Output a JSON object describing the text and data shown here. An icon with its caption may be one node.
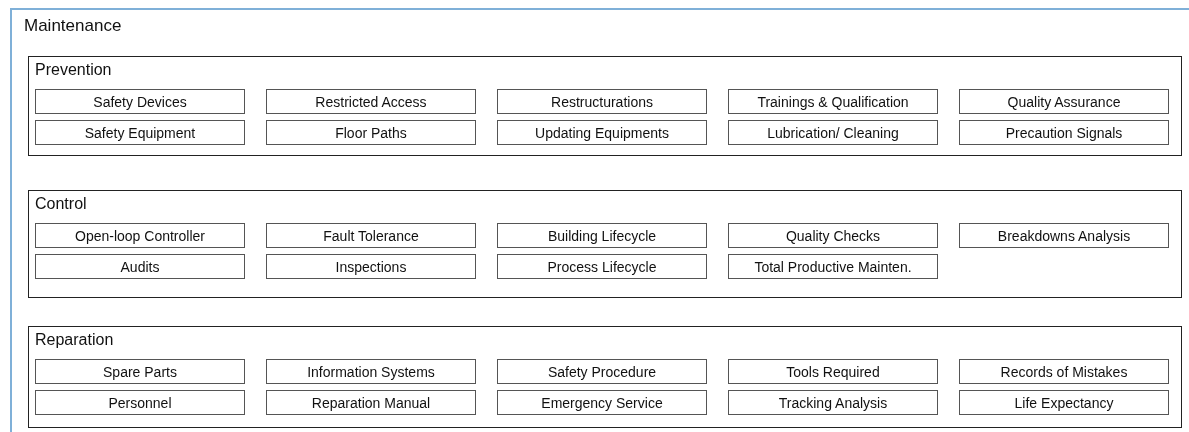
{
  "diagram": {
    "nodes": [
      {
        "text": [
          "Maintenance"
        ]
      },
      {
        "text": [
          "Prevention"
        ],
        "in": 0
      },
      {
        "text": [
          "Safety Devices"
        ],
        "in": 1
      },
      {
        "text": [
          "Restricted Access"
        ],
        "in": 1
      },
      {
        "text": [
          "Restructurations"
        ],
        "in": 1
      },
      {
        "text": [
          "Trainings & Qualification"
        ],
        "in": 1
      },
      {
        "text": [
          "Quality Assurance"
        ],
        "in": 1
      },
      {
        "text": [
          "Safety Equipment"
        ],
        "in": 1
      },
      {
        "text": [
          "Floor Paths"
        ],
        "in": 1
      },
      {
        "text": [
          "Updating Equipments"
        ],
        "in": 1
      },
      {
        "text": [
          "Lubrication/ Cleaning"
        ],
        "in": 1
      },
      {
        "text": [
          "Precaution Signals"
        ],
        "in": 1
      },
      {
        "text": [
          "Control"
        ],
        "in": 0
      },
      {
        "text": [
          "Open-loop Controller"
        ],
        "in": 12
      },
      {
        "text": [
          "Fault Tolerance"
        ],
        "in": 12
      },
      {
        "text": [
          "Building Lifecycle"
        ],
        "in": 12
      },
      {
        "text": [
          "Quality Checks"
        ],
        "in": 12
      },
      {
        "text": [
          "Breakdowns Analysis"
        ],
        "in": 12
      },
      {
        "text": [
          "Audits"
        ],
        "in": 12
      },
      {
        "text": [
          "Inspections"
        ],
        "in": 12
      },
      {
        "text": [
          "Process Lifecycle"
        ],
        "in": 12
      },
      {
        "text": [
          "Total Productive Mainten."
        ],
        "in": 12
      },
      {
        "text": [
          "Reparation"
        ],
        "in": 0
      },
      {
        "text": [
          "Spare Parts"
        ],
        "in": 22
      },
      {
        "text": [
          "Information Systems"
        ],
        "in": 22
      },
      {
        "text": [
          "Safety Procedure"
        ],
        "in": 22
      },
      {
        "text": [
          "Tools Required"
        ],
        "in": 22
      },
      {
        "text": [
          "Records of Mistakes"
        ],
        "in": 22
      },
      {
        "text": [
          "Personnel"
        ],
        "in": 22
      },
      {
        "text": [
          "Reparation Manual"
        ],
        "in": 22
      },
      {
        "text": [
          "Emergency Service"
        ],
        "in": 22
      },
      {
        "text": [
          "Tracking Analysis"
        ],
        "in": 22
      },
      {
        "text": [
          "Life Expectancy"
        ],
        "in": 22
      }
    ],
    "edges": []
  }
}
